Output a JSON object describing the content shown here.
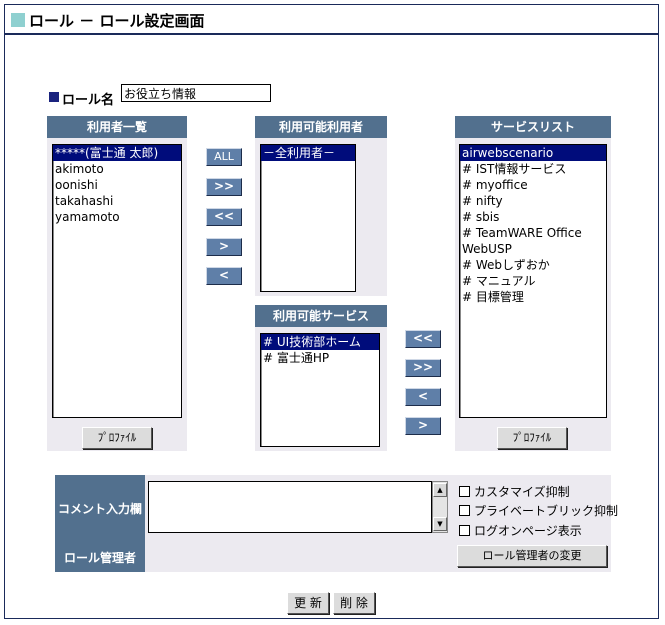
{
  "page": {
    "title": "ロール － ロール設定画面"
  },
  "role_name": {
    "label": "ロール名",
    "value": "お役立ち情報"
  },
  "users_panel": {
    "header": "利用者一覧",
    "items": [
      "*****(富士通 太郎)",
      "akimoto",
      "oonishi",
      "takahashi",
      "yamamoto"
    ],
    "profile_button": "ﾌﾟﾛﾌｧｲﾙ"
  },
  "available_users_panel": {
    "header": "利用可能利用者",
    "items": [
      "－全利用者－"
    ]
  },
  "user_move_buttons": {
    "all": "ALL",
    "add_all": ">>",
    "remove_all": "<<",
    "add": ">",
    "remove": "<"
  },
  "available_services_panel": {
    "header": "利用可能サービス",
    "items": [
      "# UI技術部ホーム",
      "# 富士通HP"
    ]
  },
  "service_move_buttons": {
    "remove_all": "<<",
    "add_all": ">>",
    "remove": "<",
    "add": ">"
  },
  "service_list_panel": {
    "header": "サービスリスト",
    "items": [
      "airwebscenario",
      "# IST情報サービス",
      "# myoffice",
      "# nifty",
      "# sbis",
      "# TeamWARE Office",
      "WebUSP",
      "# Webしずおか",
      "# マニュアル",
      "# 目標管理"
    ],
    "profile_button": "ﾌﾟﾛﾌｧｲﾙ"
  },
  "comment": {
    "label": "コメント入力欄",
    "value": "",
    "options": [
      "カスタマイズ抑制",
      "プライベートブリック抑制",
      "ログオンページ表示"
    ]
  },
  "role_admin": {
    "label": "ロール管理者",
    "change_button": "ロール管理者の変更"
  },
  "footer": {
    "update_button": "更 新",
    "delete_button": "削 除"
  }
}
